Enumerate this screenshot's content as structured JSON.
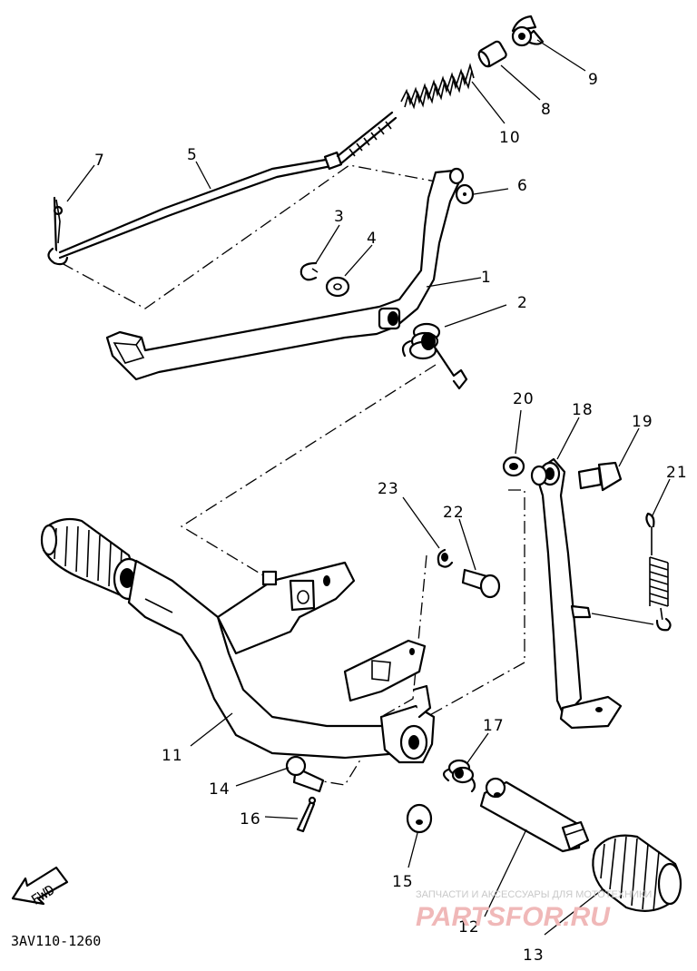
{
  "diagram": {
    "callouts": [
      "1",
      "2",
      "3",
      "4",
      "5",
      "6",
      "7",
      "8",
      "9",
      "10",
      "11",
      "12",
      "13",
      "14",
      "15",
      "16",
      "17",
      "18",
      "19",
      "20",
      "21",
      "22",
      "23"
    ],
    "code": "3AV110-1260",
    "fwd_label": "FWD",
    "watermark": {
      "line1": "ЗАПЧАСТИ И АКСЕССУАРЫ ДЛЯ МОТОТЕХНИКИ",
      "line2": "PARTSFOR.RU"
    }
  }
}
